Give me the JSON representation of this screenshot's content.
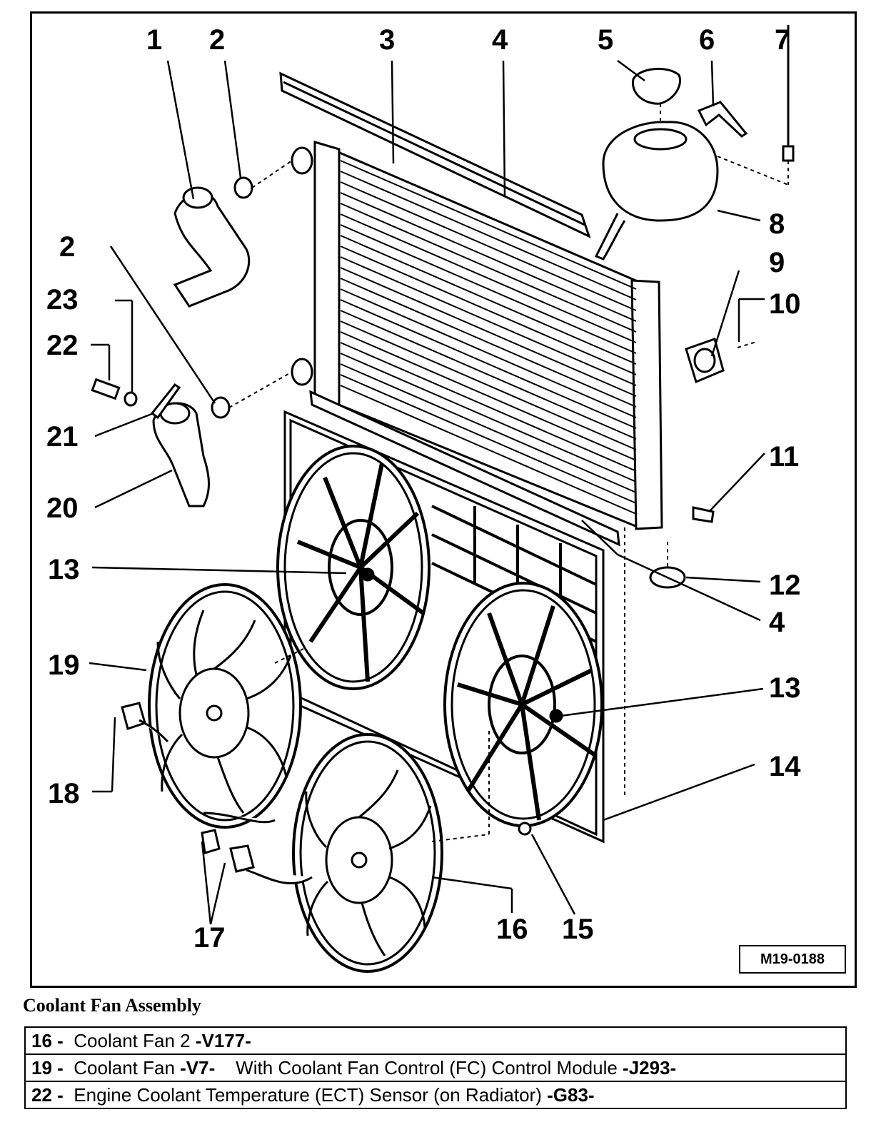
{
  "callouts": {
    "c1": "1",
    "c2a": "2",
    "c2b": "2",
    "c3": "3",
    "c4a": "4",
    "c4b": "4",
    "c5": "5",
    "c6": "6",
    "c7": "7",
    "c8": "8",
    "c9": "9",
    "c10": "10",
    "c11": "11",
    "c12": "12",
    "c13a": "13",
    "c13b": "13",
    "c14": "14",
    "c15": "15",
    "c16": "16",
    "c17": "17",
    "c18": "18",
    "c19": "19",
    "c20": "20",
    "c21": "21",
    "c22": "22",
    "c23": "23"
  },
  "figure_id": "M19-0188",
  "caption": "Coolant Fan Assembly",
  "legend": [
    {
      "num": "16 -",
      "name": "Coolant Fan 2 ",
      "code": "-V177-",
      "extra": "",
      "extra_code": ""
    },
    {
      "num": "19 -",
      "name": "Coolant Fan ",
      "code": "-V7-",
      "extra": "With Coolant Fan Control (FC) Control Module ",
      "extra_code": "-J293-"
    },
    {
      "num": "22 -",
      "name": "Engine Coolant Temperature (ECT) Sensor (on Radiator) ",
      "code": "-G83-",
      "extra": "",
      "extra_code": ""
    }
  ]
}
